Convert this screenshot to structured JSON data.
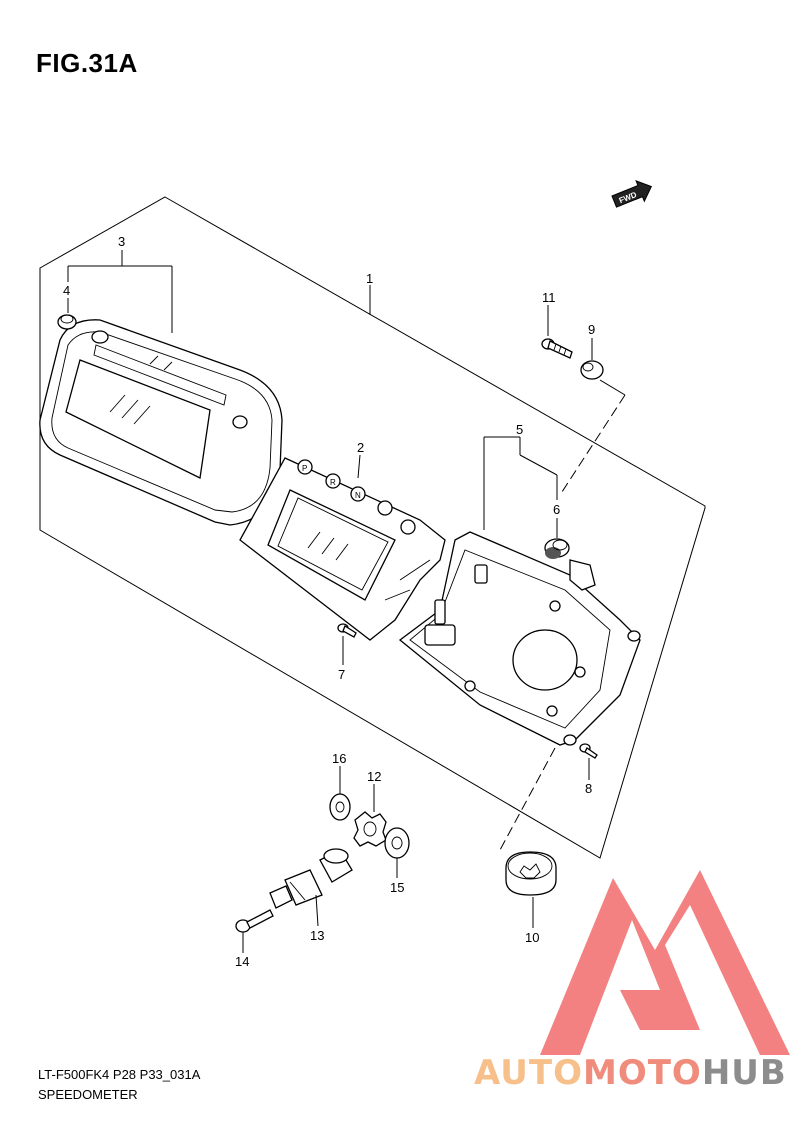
{
  "figure": {
    "title": "FIG.31A",
    "code": "LT-F500FK4 P28 P33_031A",
    "name": "SPEEDOMETER",
    "direction_label": "FWD"
  },
  "callouts": [
    "1",
    "2",
    "3",
    "4",
    "5",
    "6",
    "7",
    "8",
    "9",
    "10",
    "11",
    "12",
    "13",
    "14",
    "15",
    "16"
  ],
  "watermark": {
    "text_auto": "AUTO",
    "text_moto": "MOTO",
    "text_hub": "HUB",
    "colors": {
      "auto": "#f7c08a",
      "moto": "#f08c7c",
      "hub": "#8c8c8c",
      "logo": "#f26b6b"
    }
  }
}
